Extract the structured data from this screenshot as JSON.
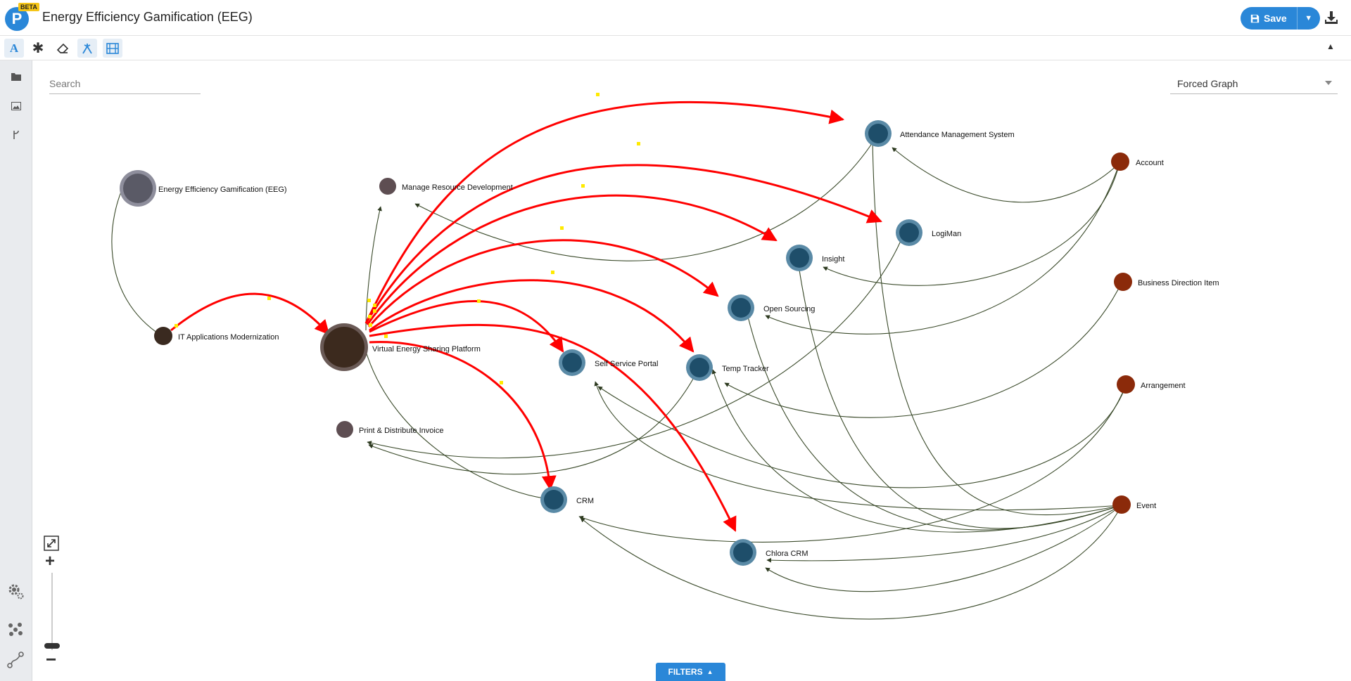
{
  "header": {
    "logo_letter": "P",
    "beta_badge": "BETA",
    "title": "Energy Efficiency Gamification (EEG)",
    "save_label": "Save"
  },
  "toolbar": {
    "tools": [
      "text-tool-icon",
      "asterisk-tool-icon",
      "eraser-tool-icon",
      "connector-tool-icon",
      "filmstrip-tool-icon"
    ],
    "active_tool": "connector-tool-icon"
  },
  "sidebar": {
    "icons": [
      "folder-icon",
      "image-icon",
      "branch-icon",
      "settings-gears-icon",
      "graph-cluster-icon",
      "path-icon"
    ]
  },
  "search": {
    "placeholder": "Search"
  },
  "layout_select": {
    "value": "Forced Graph"
  },
  "filters": {
    "label": "FILTERS"
  },
  "colors": {
    "accent": "#2a87d8",
    "relation_highlight": "#ff0000",
    "relation_normal": "#3a4a2a",
    "application_node": "#1e4e6a",
    "data_node": "#8b2a0a",
    "process_node": "#5e4e52"
  },
  "graph": {
    "nodes": [
      {
        "id": "eeg",
        "label": "Energy Efficiency Gamification (EEG)",
        "type": "goal"
      },
      {
        "id": "itam",
        "label": "IT Applications Modernization",
        "type": "initiative"
      },
      {
        "id": "vesp",
        "label": "Virtual Energy Sharing Platform",
        "type": "hub"
      },
      {
        "id": "mrd",
        "label": "Manage Resource Development",
        "type": "process"
      },
      {
        "id": "pdi",
        "label": "Print & Distribute Invoice",
        "type": "process"
      },
      {
        "id": "ams",
        "label": "Attendance Management System",
        "type": "application"
      },
      {
        "id": "logiman",
        "label": "LogiMan",
        "type": "application"
      },
      {
        "id": "insight",
        "label": "Insight",
        "type": "application"
      },
      {
        "id": "opensrc",
        "label": "Open Sourcing",
        "type": "application"
      },
      {
        "id": "ssp",
        "label": "Self Service Portal",
        "type": "application"
      },
      {
        "id": "temp",
        "label": "Temp Tracker",
        "type": "application"
      },
      {
        "id": "crm",
        "label": "CRM",
        "type": "application"
      },
      {
        "id": "chlora",
        "label": "Chlora CRM",
        "type": "application"
      },
      {
        "id": "account",
        "label": "Account",
        "type": "data"
      },
      {
        "id": "bdi",
        "label": "Business Direction Item",
        "type": "data"
      },
      {
        "id": "arrangement",
        "label": "Arrangement",
        "type": "data"
      },
      {
        "id": "event",
        "label": "Event",
        "type": "data"
      }
    ]
  }
}
